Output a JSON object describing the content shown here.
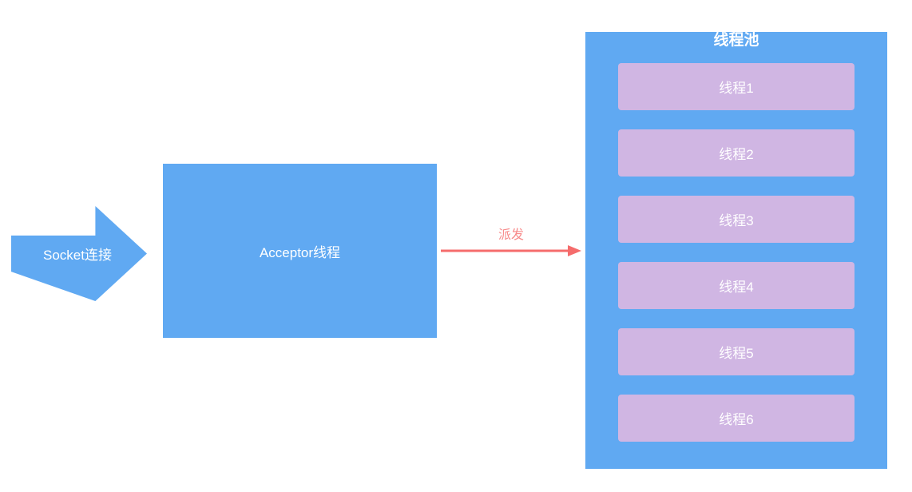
{
  "diagram": {
    "socket_arrow": {
      "label": "Socket连接"
    },
    "acceptor": {
      "label": "Acceptor线程"
    },
    "dispatch": {
      "label": "派发"
    },
    "pool": {
      "title": "线程池",
      "threads": [
        "线程1",
        "线程2",
        "线程3",
        "线程4",
        "线程5",
        "线程6"
      ]
    },
    "colors": {
      "shape_blue": "#60a9f2",
      "thread_purple": "#d0b6e3",
      "dispatch_red": "#f56c6c",
      "dispatch_label_red": "#f78989",
      "text_white": "#ffffff",
      "background": "#ffffff"
    }
  }
}
